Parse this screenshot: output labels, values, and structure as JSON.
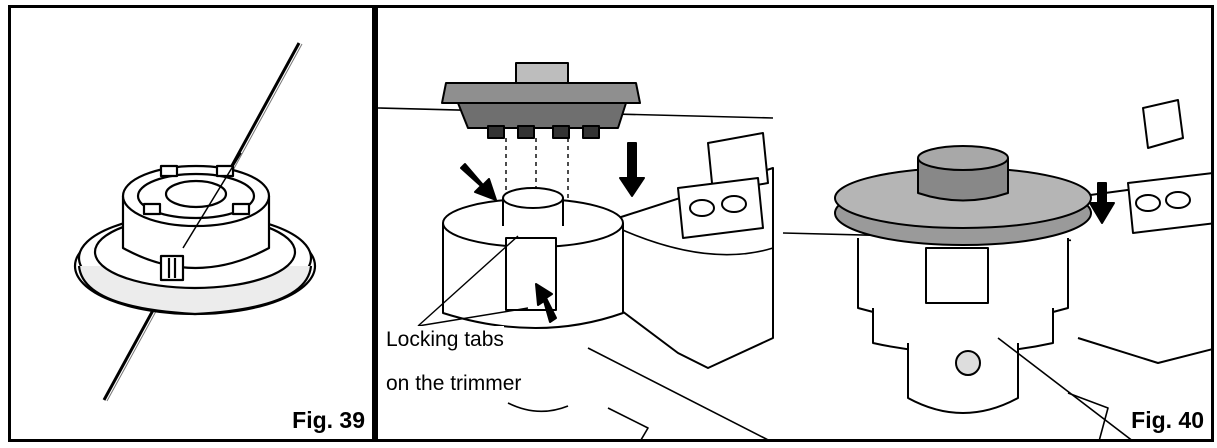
{
  "figures": {
    "fig39": {
      "label": "Fig. 39"
    },
    "fig40": {
      "label": "Fig. 40",
      "callout_line1": "Locking tabs",
      "callout_line2": "on the trimmer"
    }
  },
  "icons": [
    "down-arrow-icon",
    "diagonal-arrow-icon"
  ]
}
